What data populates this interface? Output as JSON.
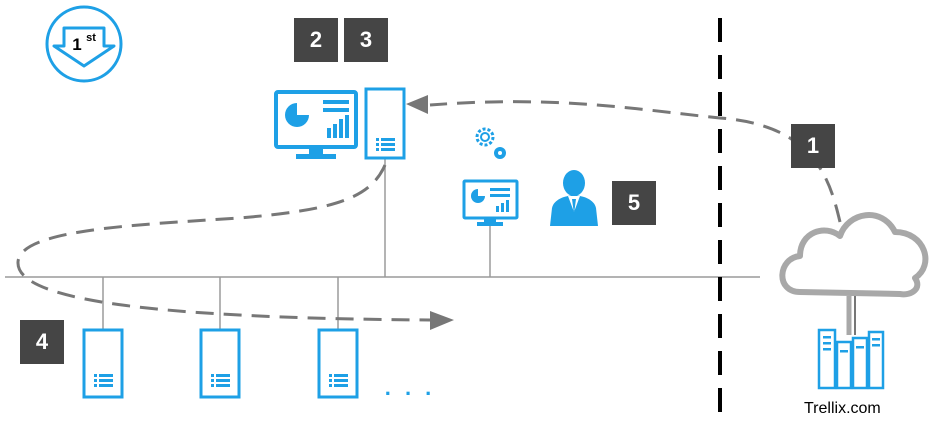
{
  "colors": {
    "blue": "#1ea0e6",
    "badge": "#454545",
    "line": "#9a9a9a",
    "cloud": "#a8a8a8",
    "dash": "#777777"
  },
  "first_badge": {
    "number": "1",
    "suffix": "st"
  },
  "steps": {
    "s1": "1",
    "s2": "2",
    "s3": "3",
    "s4": "4",
    "s5": "5"
  },
  "cloud": {
    "label": "Trellix.com"
  },
  "ellipsis": ". . .",
  "icons": [
    "first-arrow-icon",
    "monitor-dashboard-icon",
    "server-icon",
    "gears-icon",
    "monitor-small-icon",
    "user-icon",
    "cloud-icon",
    "datacenter-icon"
  ]
}
